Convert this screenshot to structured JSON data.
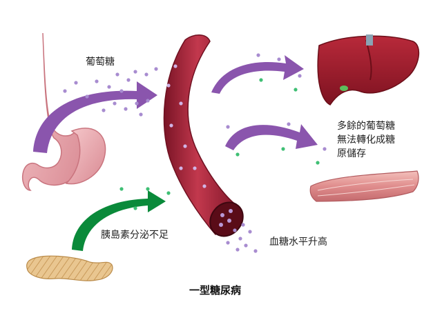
{
  "labels": {
    "glucose": "葡萄糖",
    "excess_lines": [
      "多餘的葡萄糖",
      "無法轉化成糖",
      "原儲存"
    ],
    "insulin": "胰島素分泌不足",
    "blood_sugar": "血糖水平升高",
    "title": "一型糖尿病"
  },
  "colors": {
    "purple_arrow": "#8a55ad",
    "green_arrow": "#0a8a3a",
    "vessel": "#a8283c",
    "liver": "#a01e2c",
    "stomach": "#e8a8ae",
    "muscle": "#e39a9a",
    "pancreas": "#e7c48a",
    "glucose_dot": "#a88cd0",
    "insulin_dot": "#3fbf74"
  },
  "icons": [
    "esophagus-stomach-icon",
    "blood-vessel-icon",
    "liver-icon",
    "muscle-icon",
    "pancreas-icon"
  ]
}
